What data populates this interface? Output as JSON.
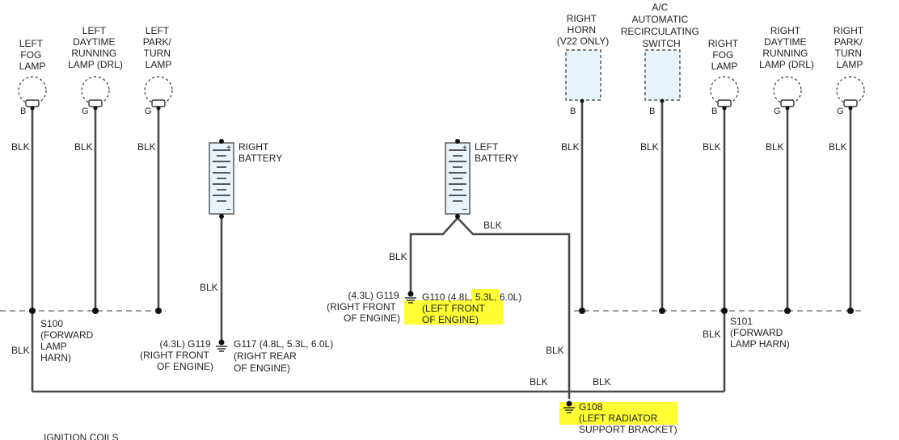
{
  "components": {
    "left_fog_lamp": [
      "LEFT",
      "FOG",
      "LAMP"
    ],
    "left_drl": [
      "LEFT",
      "DAYTIME",
      "RUNNING",
      "LAMP (DRL)"
    ],
    "left_park_turn": [
      "LEFT",
      "PARK/",
      "TURN",
      "LAMP"
    ],
    "right_horn": [
      "RIGHT",
      "HORN",
      "(V22 ONLY)"
    ],
    "ac_switch": [
      "A/C",
      "AUTOMATIC",
      "RECIRCULATING",
      "SWITCH"
    ],
    "right_fog_lamp": [
      "RIGHT",
      "FOG",
      "LAMP"
    ],
    "right_drl": [
      "RIGHT",
      "DAYTIME",
      "RUNNING",
      "LAMP (DRL)"
    ],
    "right_park_turn": [
      "RIGHT",
      "PARK/",
      "TURN",
      "LAMP"
    ],
    "right_battery": [
      "RIGHT",
      "BATTERY"
    ],
    "left_battery": [
      "LEFT",
      "BATTERY"
    ]
  },
  "pins": {
    "b": "B",
    "g": "G"
  },
  "wire_color": "BLK",
  "battery_terminals": {
    "positive": "+",
    "negative": "–"
  },
  "splices": {
    "s100": [
      "S100",
      "(FORWARD",
      "LAMP",
      "HARN)"
    ],
    "s101": [
      "S101",
      "(FORWARD",
      "LAMP HARN)"
    ]
  },
  "grounds": {
    "g119_right": [
      "(4.3L) G119",
      "(RIGHT FRONT",
      "OF ENGINE)"
    ],
    "g117": [
      "G117 (4.8L, 5.3L, 6.0L)",
      "(RIGHT REAR",
      "OF ENGINE)"
    ],
    "g119_left": [
      "(4.3L) G119",
      "(RIGHT FRONT",
      "OF ENGINE)"
    ],
    "g110": [
      "G110 (4.8L, 5.3L, 6.0L)",
      "(LEFT FRONT",
      "OF ENGINE)"
    ],
    "g108": [
      "G108",
      "(LEFT RADIATOR",
      "SUPPORT BRACKET)"
    ]
  },
  "bottom_label": "IGNITION COILS",
  "colors": {
    "highlight": "#ffff33",
    "wire": "#4a4a4a",
    "component_fill": "#e8f4fd"
  }
}
